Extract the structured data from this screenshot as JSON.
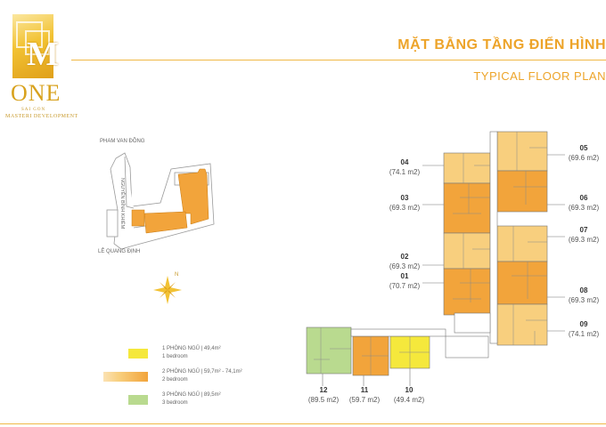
{
  "logo": {
    "letter": "M",
    "name": "ONE",
    "sub1": "SAI GON",
    "sub2": "MASTERI DEVELOPMENT"
  },
  "header": {
    "title_vn": "MẶT BẰNG TẦNG ĐIỂN HÌNH",
    "title_en": "TYPICAL FLOOR PLAN"
  },
  "site_map": {
    "street_pham_van_dong": "PHAM VAN ĐỒNG",
    "street_nguyen_binh_khiem": "NGUYỄN BỈNH KHIÊM",
    "street_le_quang_dinh": "LÊ QUANG ĐỊNH",
    "compass_north": "N"
  },
  "legend": [
    {
      "line1": "1 PHÒNG NGỦ | 49,4m²",
      "line2": "1 bedroom",
      "color": "#f5e83c"
    },
    {
      "line1": "2 PHÒNG NGỦ | 59,7m² - 74,1m²",
      "line2": "2 bedroom",
      "color": "#f2a43b"
    },
    {
      "line1": "3 PHÒNG NGỦ | 89,5m²",
      "line2": "3 bedroom",
      "color": "#b9da8f"
    }
  ],
  "units": [
    {
      "code": "01",
      "area": "(70.7 m2)"
    },
    {
      "code": "02",
      "area": "(69.3 m2)"
    },
    {
      "code": "03",
      "area": "(69.3 m2)"
    },
    {
      "code": "04",
      "area": "(74.1 m2)"
    },
    {
      "code": "05",
      "area": "(69.6 m2)"
    },
    {
      "code": "06",
      "area": "(69.3 m2)"
    },
    {
      "code": "07",
      "area": "(69.3 m2)"
    },
    {
      "code": "08",
      "area": "(69.3 m2)"
    },
    {
      "code": "09",
      "area": "(74.1 m2)"
    },
    {
      "code": "10",
      "area": "(49.4 m2)"
    },
    {
      "code": "11",
      "area": "(59.7 m2)"
    },
    {
      "code": "12",
      "area": "(89.5 m2)"
    }
  ],
  "colors": {
    "accent": "#eda42a",
    "unit_orange": "#f2a43b",
    "unit_light_orange": "#f8cf7e",
    "unit_yellow": "#f5e83c",
    "unit_green": "#b9da8f"
  }
}
